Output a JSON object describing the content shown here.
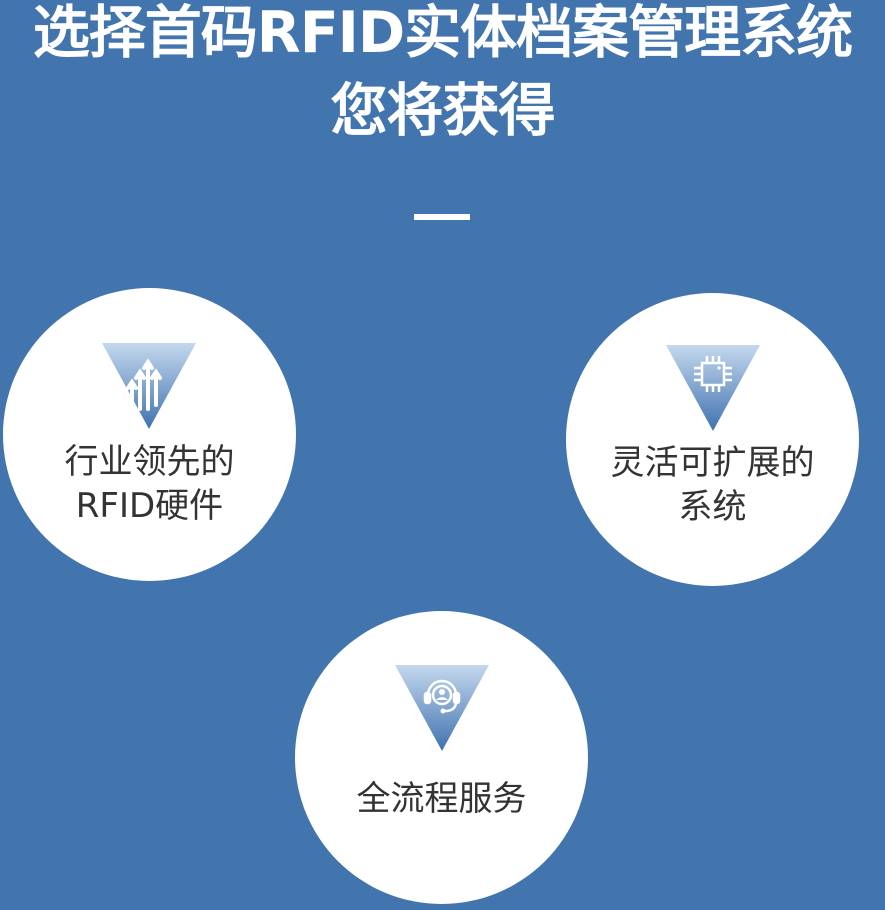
{
  "header": {
    "title_line1": "选择首码RFID实体档案管理系统",
    "title_line2": "您将获得"
  },
  "colors": {
    "background": "#4274ad",
    "circle": "#ffffff",
    "text_dark": "#333333",
    "icon_gradient_top": "#c4d8ee",
    "icon_gradient_bottom": "#3f72af"
  },
  "features": [
    {
      "icon": "arrows-up-icon",
      "line1": "行业领先的",
      "line2": "RFID硬件"
    },
    {
      "icon": "chip-icon",
      "line1": "灵活可扩展的",
      "line2": "系统"
    },
    {
      "icon": "headset-service-icon",
      "line1": "全流程服务",
      "line2": ""
    }
  ]
}
